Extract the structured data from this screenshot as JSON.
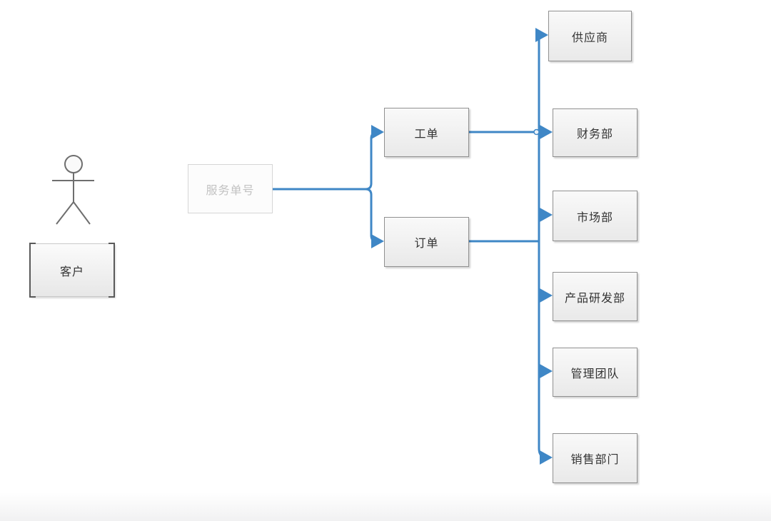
{
  "diagram": {
    "actor": {
      "label": "客户"
    },
    "nodes": {
      "service_order": {
        "label": "服务单号"
      },
      "work_order": {
        "label": "工单"
      },
      "order": {
        "label": "订单"
      },
      "targets": [
        {
          "id": "supplier",
          "label": "供应商"
        },
        {
          "id": "finance",
          "label": "财务部"
        },
        {
          "id": "marketing",
          "label": "市场部"
        },
        {
          "id": "product-rd",
          "label": "产品研发部"
        },
        {
          "id": "management",
          "label": "管理团队"
        },
        {
          "id": "sales",
          "label": "销售部门"
        }
      ]
    },
    "connections": [
      {
        "from": "service_order",
        "to": "work_order"
      },
      {
        "from": "service_order",
        "to": "order"
      },
      {
        "from": "work_order",
        "to": "finance"
      },
      {
        "from": "order",
        "to": "bus"
      },
      {
        "from": "bus",
        "to": "supplier"
      },
      {
        "from": "bus",
        "to": "finance"
      },
      {
        "from": "bus",
        "to": "marketing"
      },
      {
        "from": "bus",
        "to": "product-rd"
      },
      {
        "from": "bus",
        "to": "management"
      },
      {
        "from": "bus",
        "to": "sales"
      }
    ],
    "colors": {
      "connector": "#3f87c6",
      "box_border": "#909090",
      "box_fill_top": "#f9f9f9",
      "box_fill_bottom": "#e9e9e9",
      "placeholder_text": "#c2c2c2",
      "label_text": "#333333"
    }
  }
}
